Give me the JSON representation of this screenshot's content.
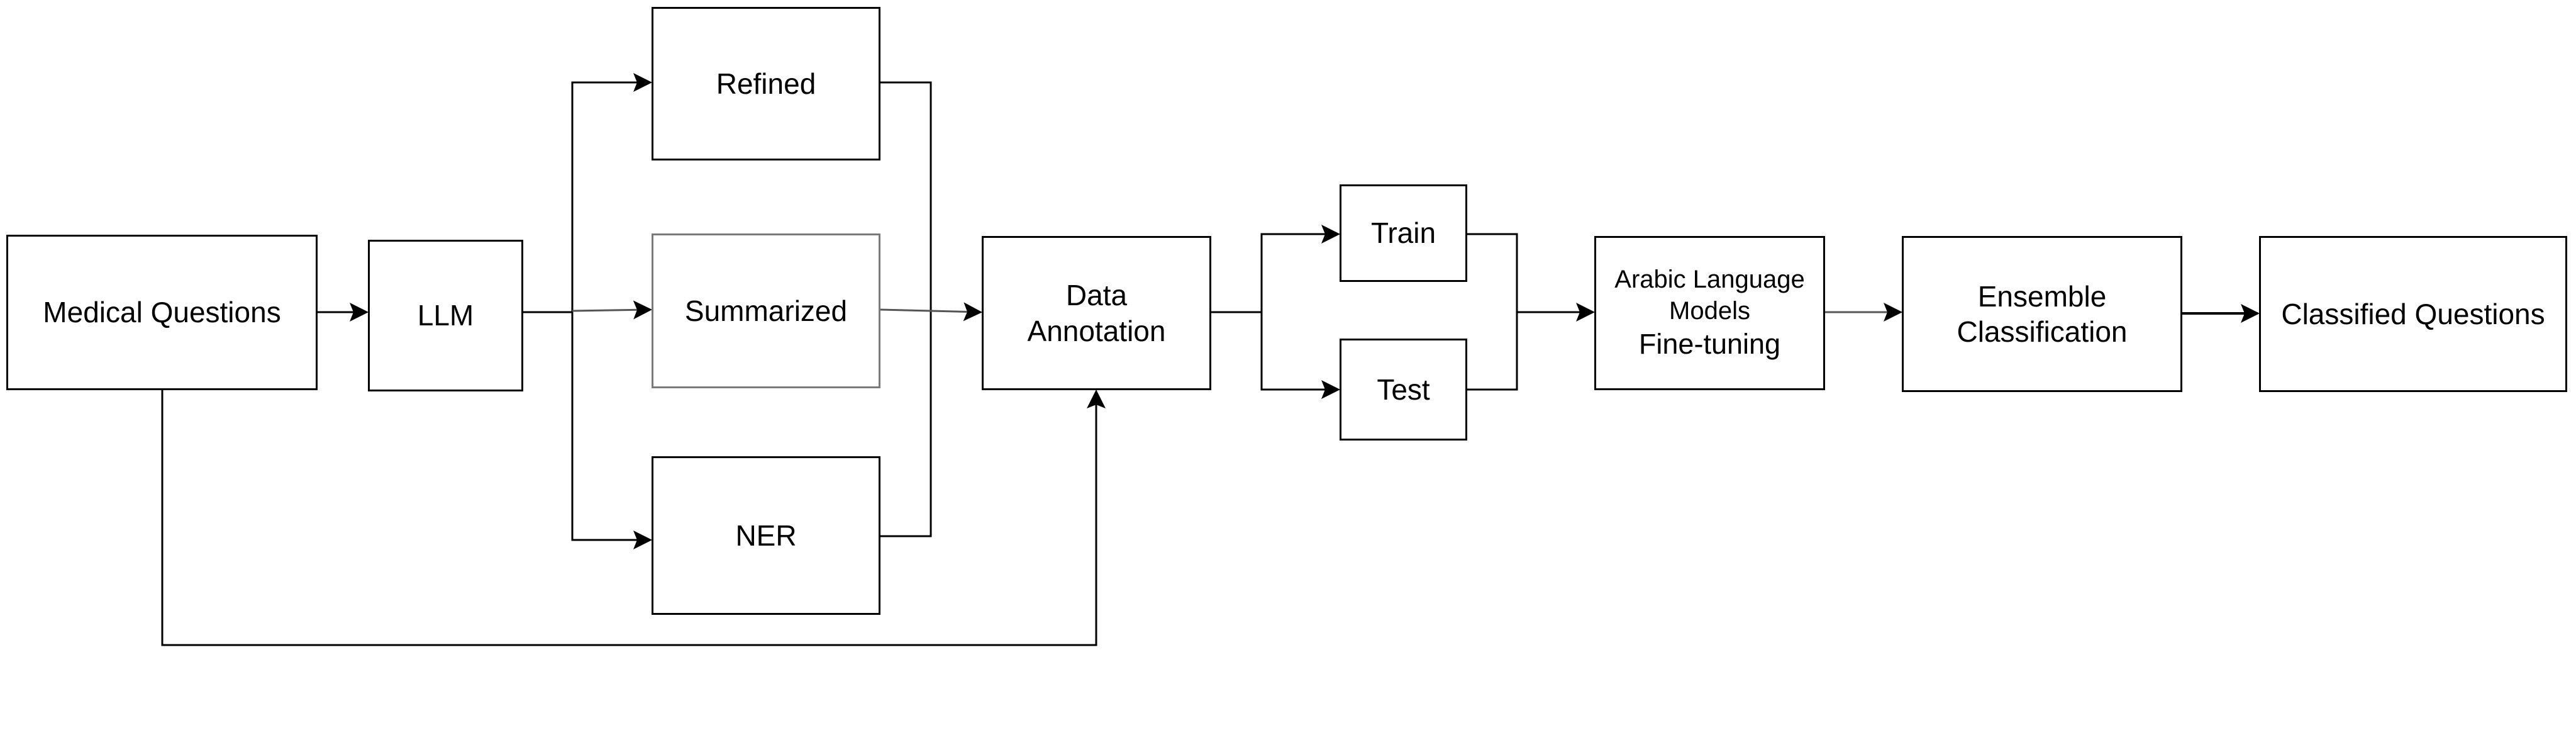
{
  "diagram": {
    "nodes": {
      "medical_questions": "Medical Questions",
      "llm": "LLM",
      "refined": "Refined",
      "summarized": "Summarized",
      "ner": "NER",
      "data_annotation": [
        "Data",
        "Annotation"
      ],
      "train": "Train",
      "test": "Test",
      "fine_tuning": [
        "Arabic Language",
        "Models",
        "Fine-tuning"
      ],
      "ensemble": [
        "Ensemble",
        "Classification"
      ],
      "classified_questions": "Classified Questions"
    },
    "edges": [
      [
        "Medical Questions",
        "LLM"
      ],
      [
        "LLM",
        "Refined"
      ],
      [
        "LLM",
        "Summarized"
      ],
      [
        "LLM",
        "NER"
      ],
      [
        "Refined",
        "Data Annotation"
      ],
      [
        "Summarized",
        "Data Annotation"
      ],
      [
        "NER",
        "Data Annotation"
      ],
      [
        "Medical Questions",
        "Data Annotation"
      ],
      [
        "Data Annotation",
        "Train"
      ],
      [
        "Data Annotation",
        "Test"
      ],
      [
        "Train",
        "Arabic Language Models Fine-tuning"
      ],
      [
        "Test",
        "Arabic Language Models Fine-tuning"
      ],
      [
        "Arabic Language Models Fine-tuning",
        "Ensemble Classification"
      ],
      [
        "Ensemble Classification",
        "Classified Questions"
      ]
    ],
    "colors": {
      "line": "#000000",
      "gray_line": "#7a7a7a",
      "background": "#ffffff"
    }
  }
}
